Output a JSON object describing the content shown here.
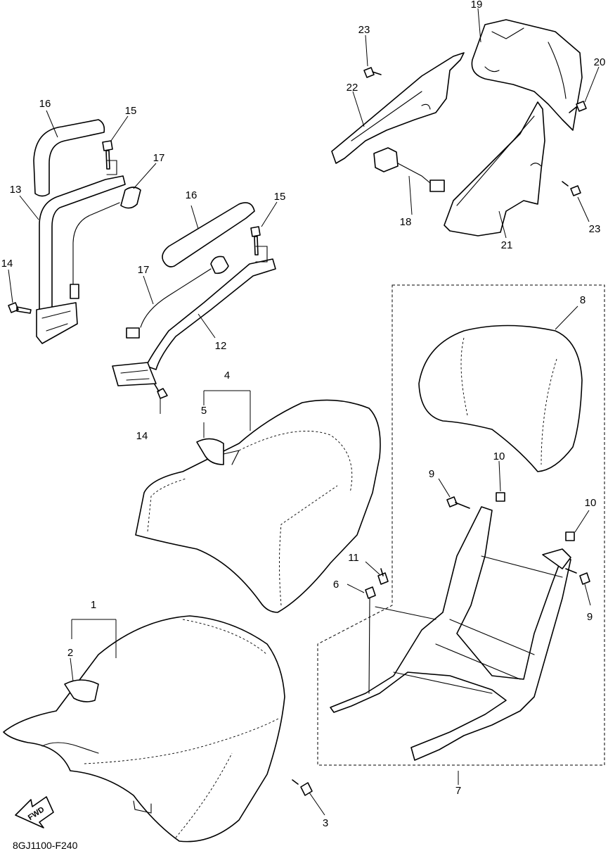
{
  "diagram_code": "8GJ1100-F240",
  "fwd_label": "FWD",
  "callouts": {
    "c1": "1",
    "c2": "2",
    "c3": "3",
    "c4": "4",
    "c5": "5",
    "c6": "6",
    "c7": "7",
    "c8": "8",
    "c9a": "9",
    "c9b": "9",
    "c10a": "10",
    "c10b": "10",
    "c11": "11",
    "c12": "12",
    "c13": "13",
    "c14a": "14",
    "c14b": "14",
    "c15a": "15",
    "c15b": "15",
    "c16a": "16",
    "c16b": "16",
    "c17a": "17",
    "c17b": "17",
    "c18": "18",
    "c19": "19",
    "c20": "20",
    "c21": "21",
    "c22": "22",
    "c23a": "23",
    "c23b": "23"
  }
}
